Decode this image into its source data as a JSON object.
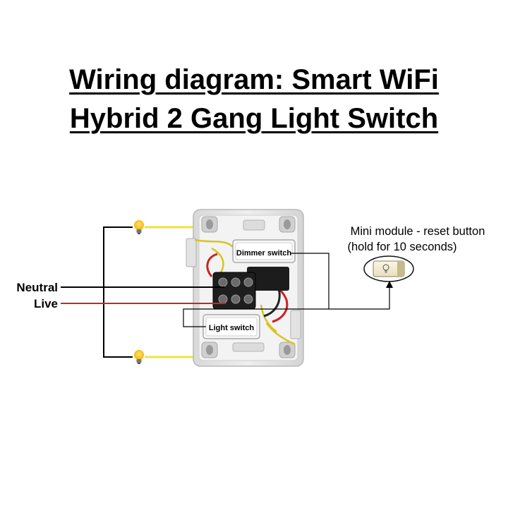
{
  "title": {
    "line1": "Wiring diagram: Smart WiFi",
    "line2": "Hybrid 2 Gang Light Switch"
  },
  "labels": {
    "neutral": "Neutral",
    "live": "Live",
    "dimmer_switch": "Dimmer switch",
    "light_switch": "Light switch",
    "mini_module_line1": "Mini module - reset button",
    "mini_module_line2": "(hold for 10 seconds)"
  },
  "colors": {
    "neutral_wire": "#000000",
    "live_wire": "#e21b1b",
    "load_wire": "#f2e33a",
    "plate": "#e6e6e6",
    "terminal_block": "#1e1e1e",
    "bulb": "#f5b400"
  },
  "icons": {
    "bulb_top": "light-bulb-icon",
    "bulb_bottom": "light-bulb-icon",
    "reset_button": "light-bulb-icon"
  }
}
